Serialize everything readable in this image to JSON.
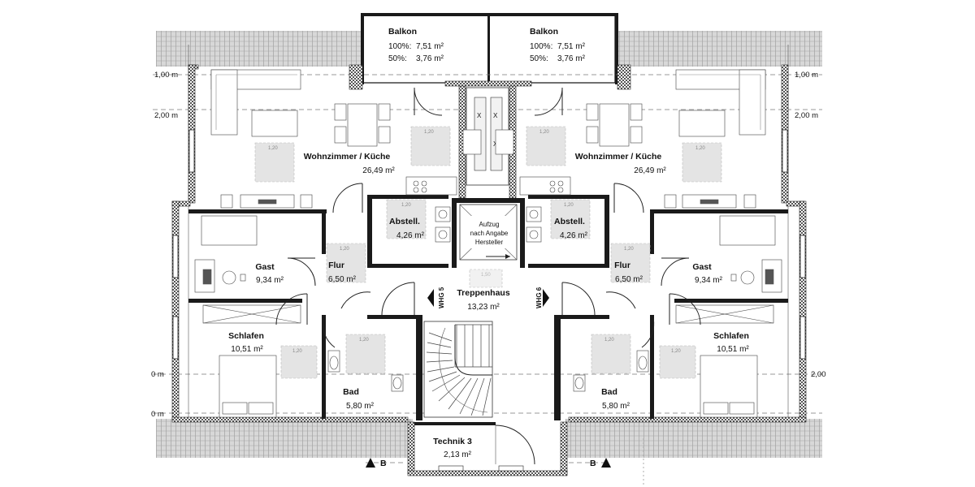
{
  "balconies": [
    {
      "name": "Balkon",
      "line1_label": "100%:",
      "line1_value": "7,51 m²",
      "line2_label": "50%:",
      "line2_value": "3,76 m²"
    },
    {
      "name": "Balkon",
      "line1_label": "100%:",
      "line1_value": "7,51 m²",
      "line2_label": "50%:",
      "line2_value": "3,76 m²"
    }
  ],
  "rooms_left": {
    "living": {
      "name": "Wohnzimmer / Küche",
      "area": "26,49 m²"
    },
    "storage": {
      "name": "Abstell.",
      "area": "4,26 m²"
    },
    "guest": {
      "name": "Gast",
      "area": "9,34 m²"
    },
    "hall": {
      "name": "Flur",
      "area": "6,50 m²"
    },
    "bedroom": {
      "name": "Schlafen",
      "area": "10,51 m²"
    },
    "bath": {
      "name": "Bad",
      "area": "5,80 m²"
    }
  },
  "rooms_right": {
    "living": {
      "name": "Wohnzimmer / Küche",
      "area": "26,49 m²"
    },
    "storage": {
      "name": "Abstell.",
      "area": "4,26 m²"
    },
    "guest": {
      "name": "Gast",
      "area": "9,34 m²"
    },
    "hall": {
      "name": "Flur",
      "area": "6,50 m²"
    },
    "bedroom": {
      "name": "Schlafen",
      "area": "10,51 m²"
    },
    "bath": {
      "name": "Bad",
      "area": "5,80 m²"
    }
  },
  "core": {
    "elevator_lines": [
      "Aufzug",
      "nach Angabe",
      "Hersteller"
    ],
    "stair_name": "Treppenhaus",
    "stair_area": "13,23 m²",
    "unit_left": "WHG 5",
    "unit_right": "WHG 6",
    "tech_name": "Technik 3",
    "tech_area": "2,13 m²"
  },
  "levels": {
    "left": [
      "1,00 m",
      "2,00 m",
      "0 m",
      "0 m"
    ],
    "right": [
      "1,00 m",
      "2,00 m",
      "2,00"
    ]
  },
  "section_label": "B",
  "clearance_label": "1,20",
  "stair_clearance_label": "1,50"
}
